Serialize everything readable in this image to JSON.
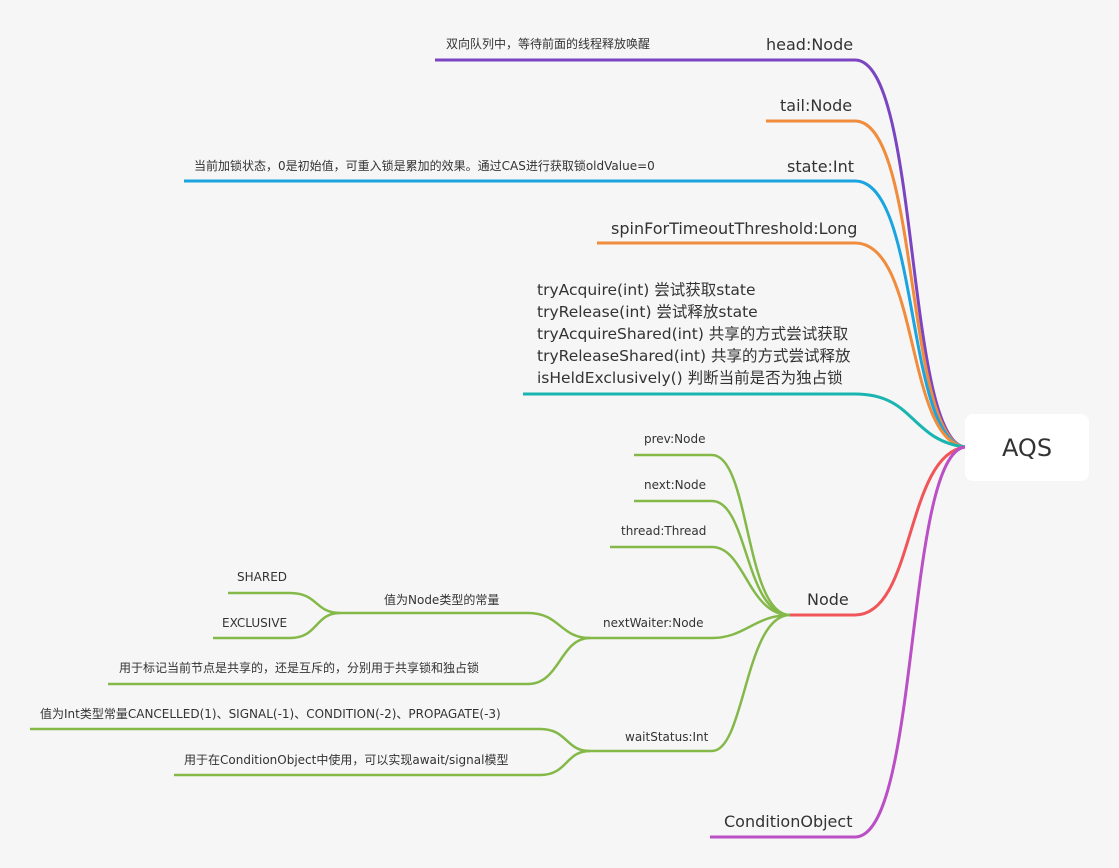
{
  "root": "AQS",
  "branches": {
    "head": "head:Node",
    "tail": "tail:Node",
    "state": "state:Int",
    "spin": "spinForTimeoutThreshold:Long",
    "node": "Node",
    "condition": "ConditionObject"
  },
  "notes": {
    "head": "双向队列中，等待前面的线程释放唤醒",
    "state": "当前加锁状态，0是初始值，可重入锁是累加的效果。通过CAS进行获取锁oldValue=0"
  },
  "methods": [
    "tryAcquire(int) 尝试获取state",
    "tryRelease(int) 尝试释放state",
    "tryAcquireShared(int) 共享的方式尝试获取",
    "tryReleaseShared(int) 共享的方式尝试释放",
    "isHeldExclusively() 判断当前是否为独占锁"
  ],
  "node_fields": {
    "prev": "prev:Node",
    "next": "next:Node",
    "thread": "thread:Thread",
    "nextWaiter": "nextWaiter:Node",
    "waitStatus": "waitStatus:Int"
  },
  "nextWaiter": {
    "constants": "值为Node类型的常量",
    "shared": "SHARED",
    "exclusive": "EXCLUSIVE",
    "usage": "用于标记当前节点是共享的，还是互斥的，分别用于共享锁和独占锁"
  },
  "waitStatus": {
    "values": "值为Int类型常量CANCELLED(1)、SIGNAL(-1)、CONDITION(-2)、PROPAGATE(-3)",
    "usage": "用于在ConditionObject中使用，可以实现await/signal模型"
  },
  "colors": {
    "head": "#7b45c2",
    "tail": "#f08c3c",
    "state": "#1aa5e0",
    "spin": "#f08c3c",
    "methods": "#1ab5b0",
    "node": "#f0555a",
    "node_children": "#84b94a",
    "condition": "#bb4fc6"
  }
}
